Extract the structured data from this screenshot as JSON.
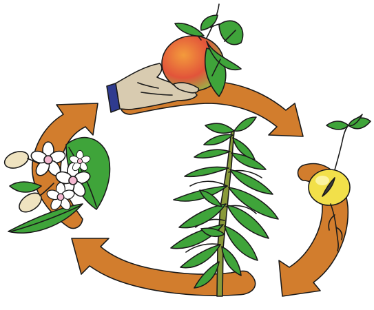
{
  "diagram": {
    "type": "plant-life-cycle",
    "direction": "clockwise",
    "stages": [
      {
        "id": "fruit",
        "icon": "hand-holding-fruit-icon"
      },
      {
        "id": "seed",
        "icon": "germinating-seed-icon"
      },
      {
        "id": "young-tree",
        "icon": "sapling-icon"
      },
      {
        "id": "flowers",
        "icon": "flowering-branch-icon"
      }
    ],
    "colors": {
      "arrow": "#d27d2d",
      "arrow_shadow": "#b8641c",
      "leaf": "#3fa43a",
      "leaf_dark": "#2b7a29",
      "fruit_red": "#e2543a",
      "fruit_orange": "#f39b3c",
      "fruit_green": "#8fbf4a",
      "seed": "#f2e04a",
      "flower": "#ffffff",
      "flower_pink": "#f3b6cf",
      "bud": "#efe3c0",
      "skin": "#d8cbb0",
      "cuff": "#2f3b8f",
      "stem": "#6a8c3a"
    }
  }
}
